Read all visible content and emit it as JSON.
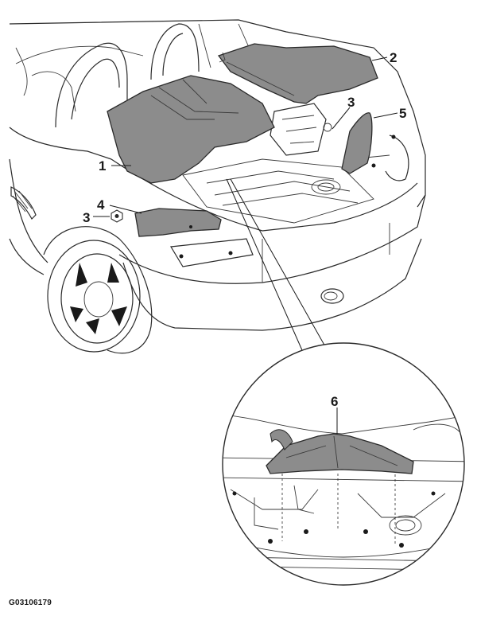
{
  "callouts": {
    "c1": "1",
    "c2": "2",
    "c3a": "3",
    "c3b": "3",
    "c4": "4",
    "c5": "5",
    "c6": "6"
  },
  "figure_code": "G03106179",
  "colors": {
    "panel_fill": "#8c8c8c",
    "line": "#2a2a2a",
    "background": "#ffffff"
  }
}
